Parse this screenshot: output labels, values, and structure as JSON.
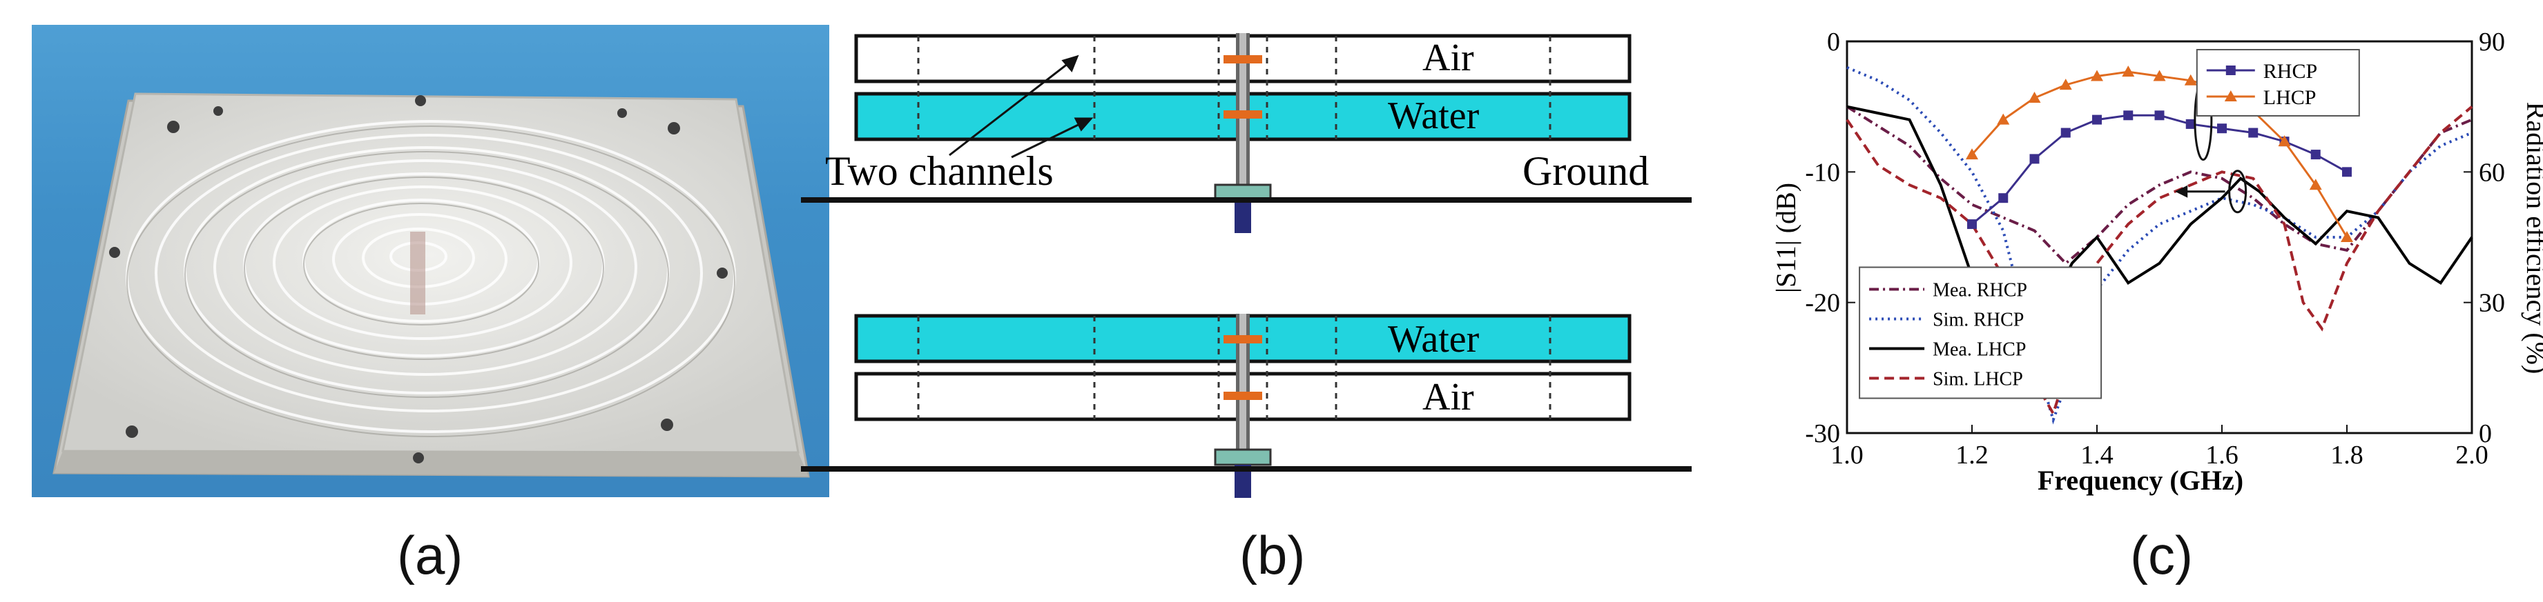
{
  "figure": {
    "captions": {
      "a": "(a)",
      "b": "(b)",
      "c": "(c)"
    }
  },
  "panel_b": {
    "top": {
      "upper_channel": "Air",
      "lower_channel": "Water",
      "annotation": "Two channels",
      "ground": "Ground"
    },
    "bottom": {
      "upper_channel": "Water",
      "lower_channel": "Air"
    },
    "colors": {
      "water": "#22d4de",
      "feed_pin": "#e36a1e",
      "ground": "#111111"
    }
  },
  "chart_data": {
    "type": "line",
    "xlabel": "Frequency (GHz)",
    "ylabel_left": "|S11| (dB)",
    "ylabel_right": "Radiation efficiency (%)",
    "xlim": [
      1.0,
      2.0
    ],
    "ylim_left": [
      -30,
      0
    ],
    "ylim_right": [
      0,
      90
    ],
    "x_ticks": [
      "1.0",
      "1.2",
      "1.4",
      "1.6",
      "1.8",
      "2.0"
    ],
    "y_ticks_left": [
      "0",
      "-10",
      "-20",
      "-30"
    ],
    "y_ticks_right": [
      "90",
      "60",
      "30",
      "0"
    ],
    "legend_top_right": [
      "RHCP",
      "LHCP"
    ],
    "legend_bottom_left": [
      "Mea. RHCP",
      "Sim. RHCP",
      "Mea. LHCP",
      "Sim. LHCP"
    ],
    "s11_series": [
      {
        "name": "Mea. RHCP",
        "color": "#6a1d47",
        "dash": "dashdot",
        "x": [
          1.0,
          1.05,
          1.1,
          1.15,
          1.2,
          1.25,
          1.3,
          1.35,
          1.4,
          1.45,
          1.5,
          1.55,
          1.6,
          1.65,
          1.7,
          1.75,
          1.8,
          1.85,
          1.9,
          1.95,
          2.0
        ],
        "y": [
          -5,
          -6.5,
          -8,
          -10.5,
          -12.5,
          -13.5,
          -14.5,
          -17,
          -15,
          -12.5,
          -11,
          -10,
          -10.5,
          -12,
          -14,
          -15.5,
          -16,
          -13,
          -10,
          -7,
          -6
        ]
      },
      {
        "name": "Sim. RHCP",
        "color": "#2b4bb5",
        "dash": "dotted",
        "x": [
          1.0,
          1.05,
          1.1,
          1.15,
          1.2,
          1.25,
          1.3,
          1.33,
          1.36,
          1.4,
          1.45,
          1.5,
          1.55,
          1.6,
          1.65,
          1.7,
          1.75,
          1.8,
          1.85,
          1.9,
          1.95,
          2.0
        ],
        "y": [
          -2,
          -3,
          -4.5,
          -7,
          -10,
          -14.5,
          -24,
          -29,
          -25,
          -19,
          -16,
          -14,
          -13,
          -12,
          -12.5,
          -13.5,
          -15,
          -15,
          -13,
          -10,
          -8,
          -7
        ]
      },
      {
        "name": "Mea. LHCP",
        "color": "#000000",
        "dash": "solid",
        "x": [
          1.0,
          1.05,
          1.1,
          1.15,
          1.2,
          1.24,
          1.28,
          1.32,
          1.36,
          1.4,
          1.45,
          1.5,
          1.55,
          1.6,
          1.63,
          1.66,
          1.7,
          1.75,
          1.8,
          1.85,
          1.9,
          1.95,
          2.0
        ],
        "y": [
          -5,
          -5.5,
          -6,
          -11,
          -18,
          -24.5,
          -23,
          -21,
          -17,
          -15,
          -18.5,
          -17,
          -14,
          -12,
          -10.5,
          -11.5,
          -13.5,
          -15.5,
          -13,
          -13.5,
          -17,
          -18.5,
          -15
        ]
      },
      {
        "name": "Sim. LHCP",
        "color": "#a3242b",
        "dash": "dashed",
        "x": [
          1.0,
          1.05,
          1.1,
          1.15,
          1.2,
          1.25,
          1.3,
          1.33,
          1.36,
          1.4,
          1.45,
          1.5,
          1.55,
          1.6,
          1.65,
          1.7,
          1.73,
          1.76,
          1.8,
          1.85,
          1.9,
          1.95,
          2.0
        ],
        "y": [
          -6,
          -9.5,
          -11,
          -12,
          -14,
          -18,
          -26,
          -28.5,
          -24,
          -17,
          -14,
          -12,
          -11,
          -10,
          -10.5,
          -14,
          -20,
          -22,
          -17,
          -13,
          -10,
          -7,
          -5
        ]
      }
    ],
    "efficiency_series": [
      {
        "name": "RHCP",
        "color": "#3b2f8c",
        "marker": "square",
        "x": [
          1.2,
          1.25,
          1.3,
          1.35,
          1.4,
          1.45,
          1.5,
          1.55,
          1.6,
          1.65,
          1.7,
          1.75,
          1.8
        ],
        "y": [
          48,
          54,
          63,
          69,
          72,
          73,
          73,
          71,
          70,
          69,
          67,
          64,
          60
        ]
      },
      {
        "name": "LHCP",
        "color": "#e06b1f",
        "marker": "triangle",
        "x": [
          1.2,
          1.25,
          1.3,
          1.35,
          1.4,
          1.45,
          1.5,
          1.55,
          1.6,
          1.65,
          1.7,
          1.75,
          1.8
        ],
        "y": [
          64,
          72,
          77,
          80,
          82,
          83,
          82,
          81,
          79,
          74,
          67,
          57,
          45
        ]
      }
    ]
  }
}
